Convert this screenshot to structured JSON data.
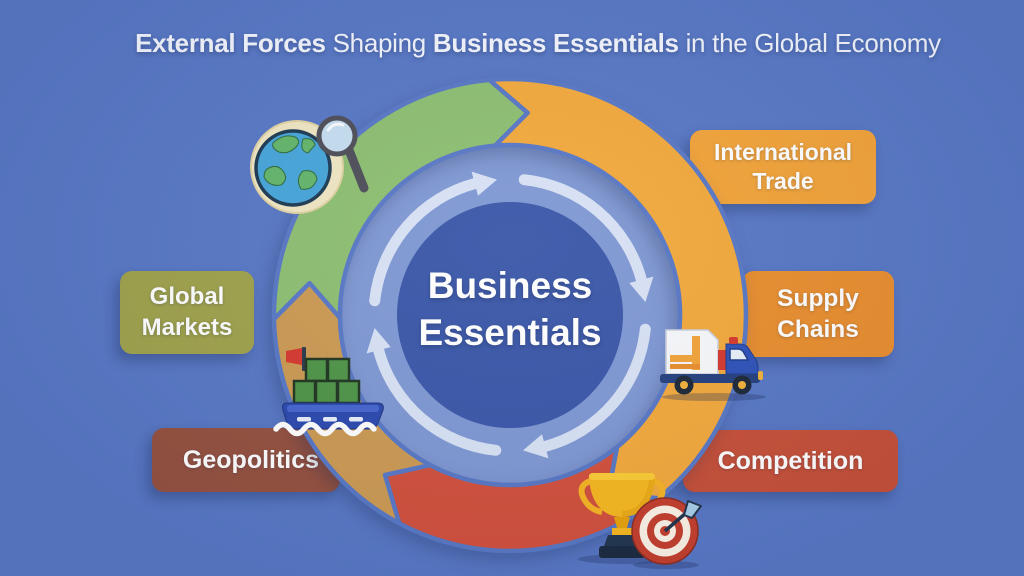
{
  "title": {
    "bold1": "External Forces",
    "regular1": " Shaping ",
    "bold2": "Business Essentials",
    "regular2": " in the Global Economy"
  },
  "center_label": {
    "line1": "Business",
    "line2": "Essentials"
  },
  "forces": {
    "international_trade": {
      "label": "International Trade"
    },
    "supply_chains": {
      "label": "Supply Chains"
    },
    "competition": {
      "label": "Competition"
    },
    "geopolitics": {
      "label": "Geopolitics"
    },
    "global_markets": {
      "label": "Global Markets"
    }
  },
  "icons": {
    "globe_magnifier": "globe-magnifier-icon",
    "cargo_ship": "cargo-ship-icon",
    "delivery_truck": "delivery-truck-icon",
    "trophy": "trophy-icon",
    "target_dart": "target-dart-icon"
  },
  "colors": {
    "background": "#5878C5",
    "title_text": "#F2F5FC",
    "label_text": "#FFFFFF",
    "ring_green": "#8DBE71",
    "ring_orange": "#F3A93C",
    "ring_red": "#D2503C",
    "ring_tan": "#CC9A52",
    "inner_disc": "#7F98D3",
    "cycle_arrows": "#D8E2F5",
    "center_circle": "#3A57A8",
    "box_international_trade": "#F2A338",
    "box_supply_chains": "#E98E2E",
    "box_competition": "#C65038",
    "box_geopolitics": "#95513F",
    "box_global_markets": "#9FA24B"
  }
}
